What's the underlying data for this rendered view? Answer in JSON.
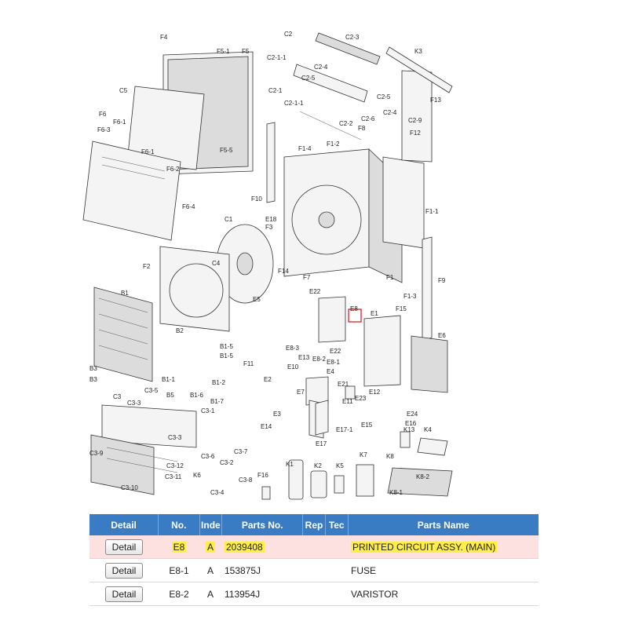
{
  "diagram": {
    "labels": [
      "C2",
      "C2-3",
      "F4",
      "F5-1",
      "F5",
      "C2-1-1",
      "C2-4",
      "C2-5",
      "K3",
      "C5",
      "C2-1",
      "C2-1-1",
      "C2-5",
      "F13",
      "C2-4",
      "F6",
      "F6-1",
      "F6-3",
      "C2-6",
      "F8",
      "C2-2",
      "C2-9",
      "F12",
      "F1-2",
      "F1-4",
      "F6-1",
      "F6-2",
      "F5-5",
      "F10",
      "F6-4",
      "F1-1",
      "E18",
      "C1",
      "F3",
      "F2",
      "C4",
      "F14",
      "F7",
      "F1",
      "F1-3",
      "F9",
      "B1",
      "E5",
      "E22",
      "E8",
      "F15",
      "E1",
      "B2",
      "E6",
      "B1-5",
      "B1-5",
      "E8-3",
      "E13",
      "E8-2",
      "E22",
      "E8-1",
      "F11",
      "B3",
      "B3",
      "B1-1",
      "B1-2",
      "E10",
      "E2",
      "E7",
      "E21",
      "E4",
      "E12",
      "C3",
      "C3-5",
      "B5",
      "B1-6",
      "B1-7",
      "C3-3",
      "C3-1",
      "E11",
      "E23",
      "E24",
      "E3",
      "E14",
      "E15",
      "E16",
      "K13",
      "K4",
      "E17-1",
      "E17",
      "C3-3",
      "C3-9",
      "C3-6",
      "C3-7",
      "C3-12",
      "C3-2",
      "K6",
      "C3-11",
      "C3-10",
      "C3-8",
      "C3-4",
      "F16",
      "K1",
      "K2",
      "K5",
      "K7",
      "K8",
      "K8-2",
      "K8-1"
    ]
  },
  "table": {
    "headers": {
      "detail": "Detail",
      "no": "No.",
      "index": "Inde",
      "parts_no": "Parts No.",
      "rep": "Rep",
      "tec": "Tec",
      "parts_name": "Parts Name"
    },
    "rows": [
      {
        "button": "Detail",
        "no": "E8",
        "index": "A",
        "parts_no": "2039408",
        "rep": "",
        "tec": "",
        "name": "PRINTED CIRCUIT ASSY. (MAIN)"
      },
      {
        "button": "Detail",
        "no": "E8-1",
        "index": "A",
        "parts_no": "153875J",
        "rep": "",
        "tec": "",
        "name": "FUSE"
      },
      {
        "button": "Detail",
        "no": "E8-2",
        "index": "A",
        "parts_no": "113954J",
        "rep": "",
        "tec": "",
        "name": "VARISTOR"
      }
    ]
  },
  "colors": {
    "header_bg": "#3a7cc4",
    "selected_row_bg": "#fde0e0",
    "highlight": "#ffee44",
    "callout_box": "#e03030"
  }
}
